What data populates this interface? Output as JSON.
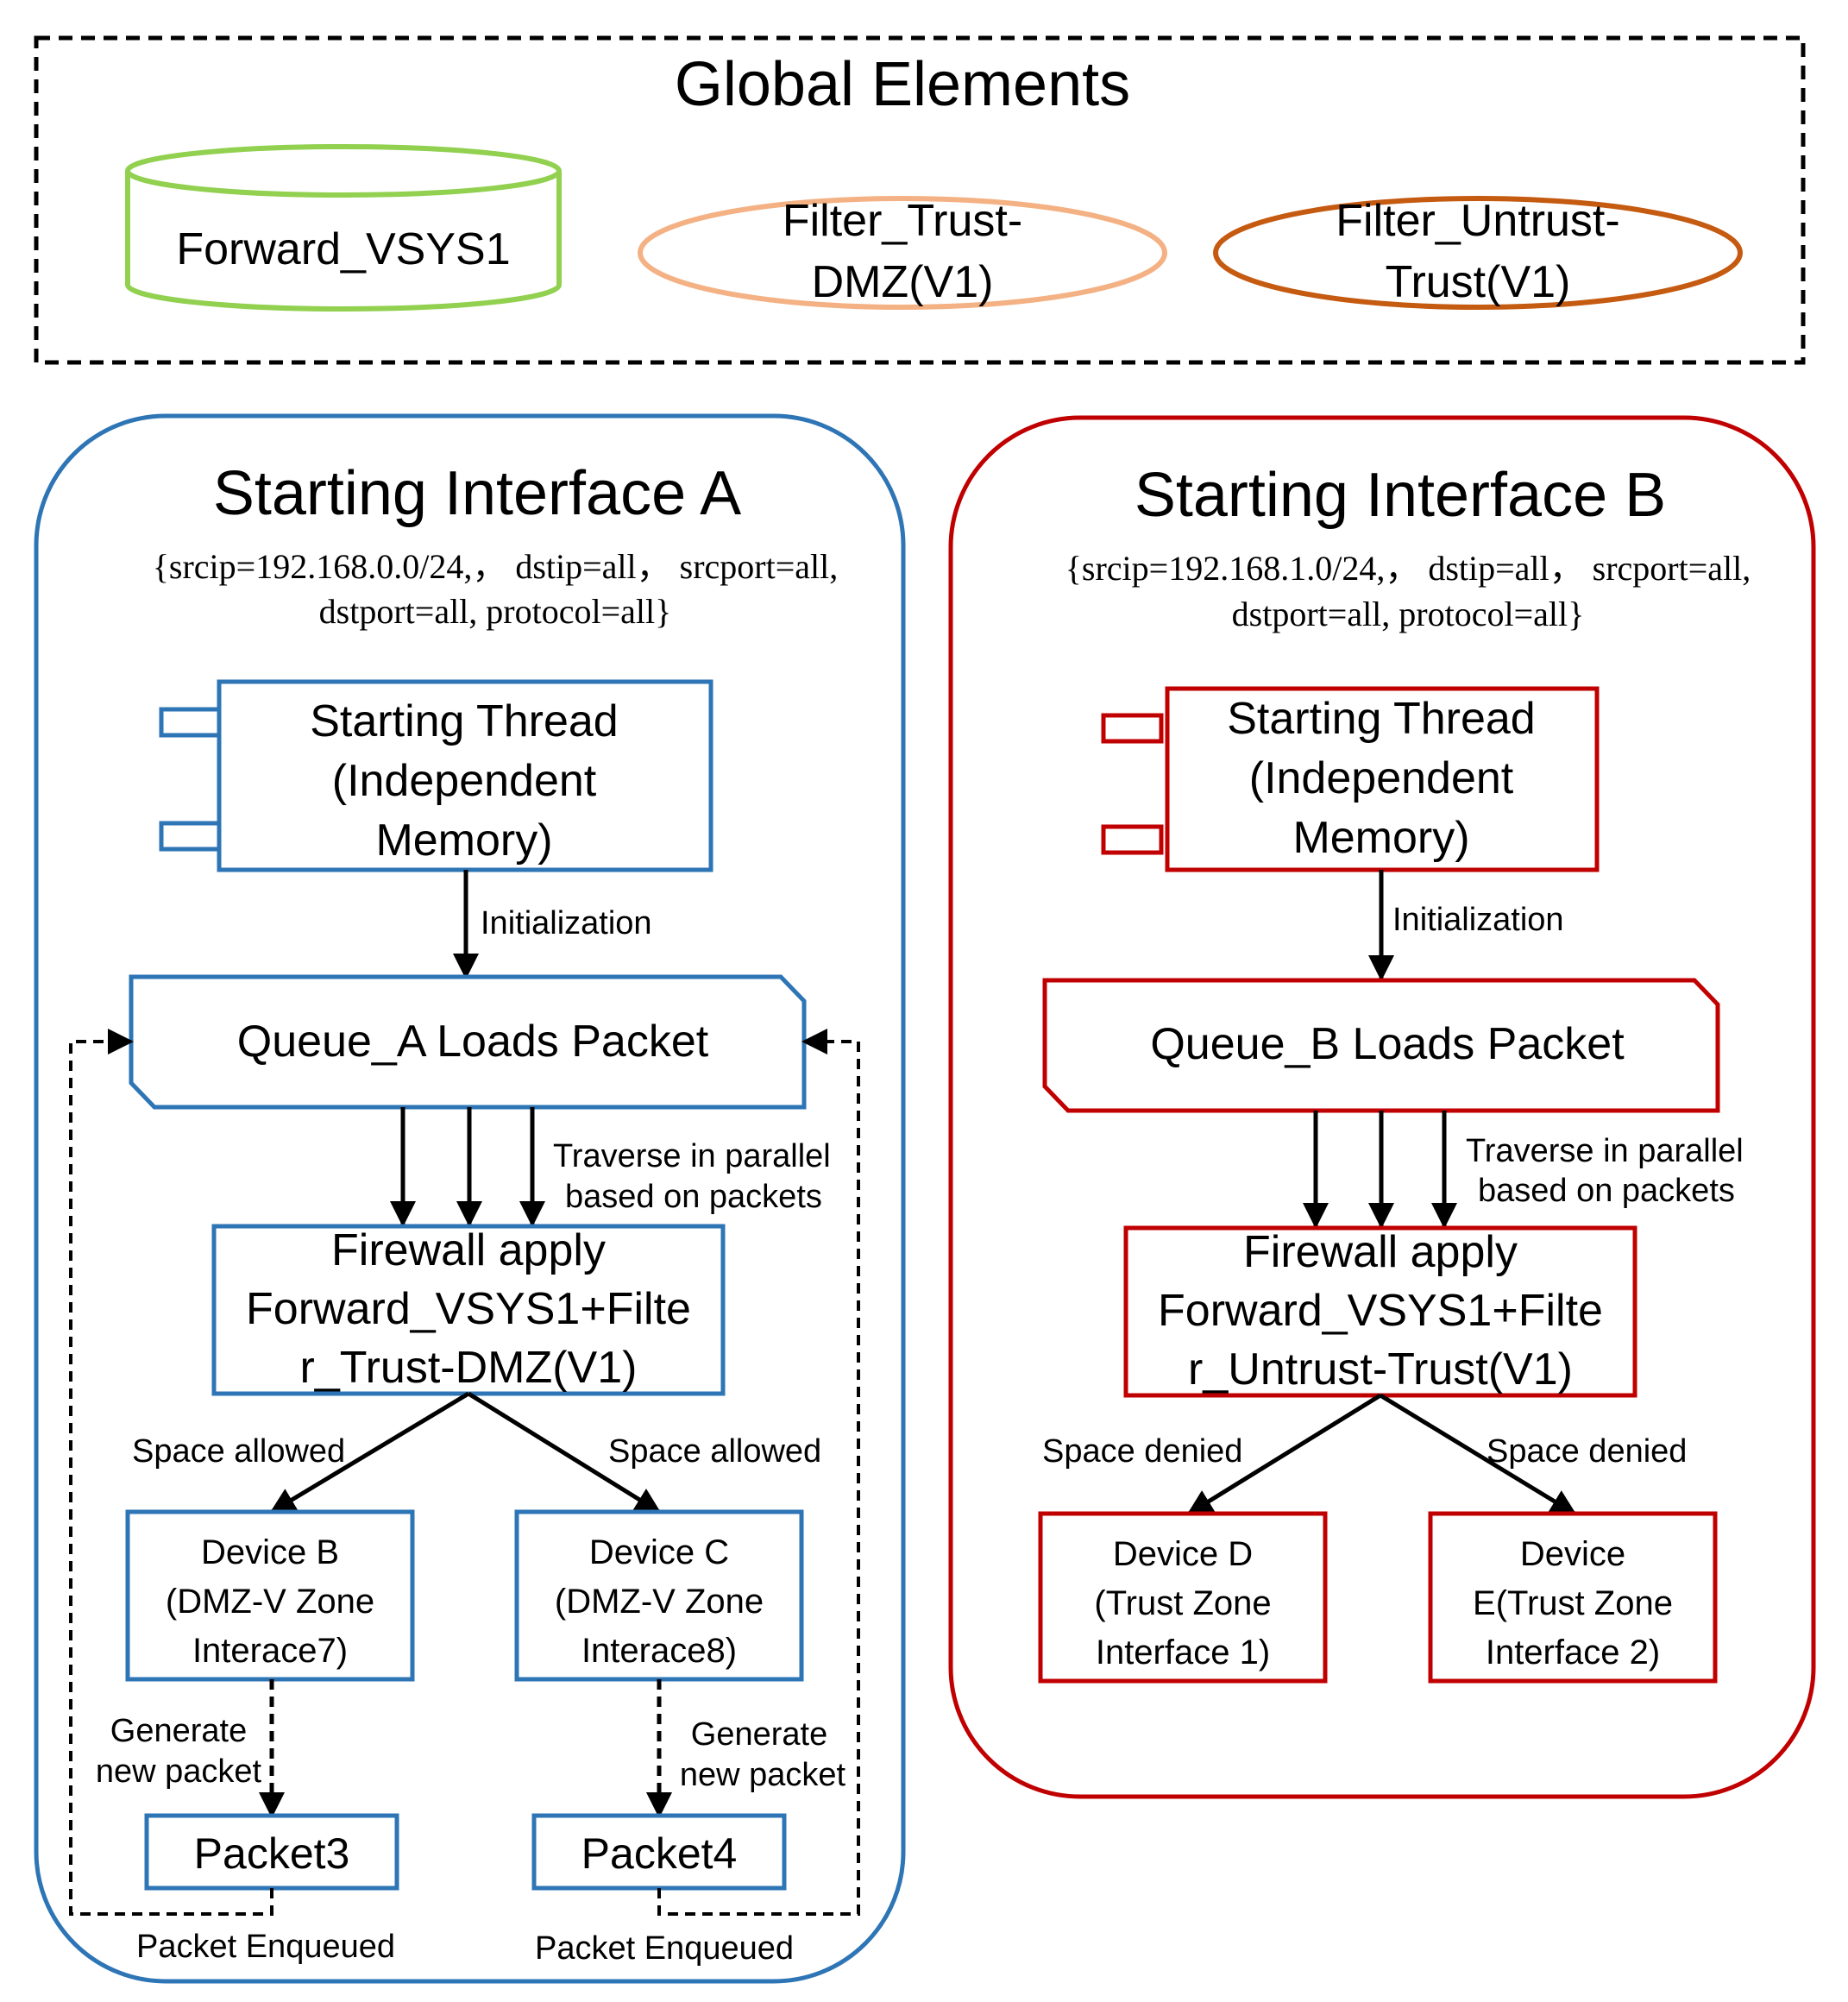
{
  "global": {
    "title": "Global Elements",
    "forward": "Forward_VSYS1",
    "filter_trust_l1": "Filter_Trust-",
    "filter_trust_l2": "DMZ(V1)",
    "filter_untrust_l1": "Filter_Untrust-",
    "filter_untrust_l2": "Trust(V1)"
  },
  "panel_a": {
    "title": "Starting Interface A",
    "params_l1": "{srcip=192.168.0.0/24,， dstip=all， srcport=all,",
    "params_l2": "dstport=all, protocol=all}",
    "thread_l1": "Starting Thread",
    "thread_l2": "(Independent",
    "thread_l3": "Memory)",
    "init_label": "Initialization",
    "queue": "Queue_A Loads Packet",
    "traverse_l1": "Traverse in parallel",
    "traverse_l2": "based on packets",
    "firewall_l1": "Firewall apply",
    "firewall_l2": "Forward_VSYS1+Filte",
    "firewall_l3": "r_Trust-DMZ(V1)",
    "left_branch": "Space allowed",
    "right_branch": "Space allowed",
    "device_left_l1": "Device B",
    "device_left_l2": "(DMZ-V Zone",
    "device_left_l3": "Interace7)",
    "device_right_l1": "Device C",
    "device_right_l2": "(DMZ-V Zone",
    "device_right_l3": "Interace8)",
    "gen_left_l1": "Generate",
    "gen_left_l2": "new packet",
    "gen_right_l1": "Generate",
    "gen_right_l2": "new packet",
    "packet_left": "Packet3",
    "packet_right": "Packet4",
    "enq_left": "Packet Enqueued",
    "enq_right": "Packet Enqueued"
  },
  "panel_b": {
    "title": "Starting Interface B",
    "params_l1": "{srcip=192.168.1.0/24,， dstip=all， srcport=all,",
    "params_l2": "dstport=all, protocol=all}",
    "thread_l1": "Starting Thread",
    "thread_l2": "(Independent",
    "thread_l3": "Memory)",
    "init_label": "Initialization",
    "queue": "Queue_B Loads Packet",
    "traverse_l1": "Traverse in parallel",
    "traverse_l2": "based on packets",
    "firewall_l1": "Firewall apply",
    "firewall_l2": "Forward_VSYS1+Filte",
    "firewall_l3": "r_Untrust-Trust(V1)",
    "left_branch": "Space denied",
    "right_branch": "Space denied",
    "device_left_l1": "Device D",
    "device_left_l2": "(Trust Zone",
    "device_left_l3": "Interface 1)",
    "device_right_l1": "Device",
    "device_right_l2": "E(Trust Zone",
    "device_right_l3": "Interface 2)"
  },
  "colors": {
    "panel_a": "#2E75B6",
    "panel_b": "#C00000",
    "forward_db": "#92D050",
    "filter_trust": "#F4B183",
    "filter_untrust": "#C55A11"
  }
}
